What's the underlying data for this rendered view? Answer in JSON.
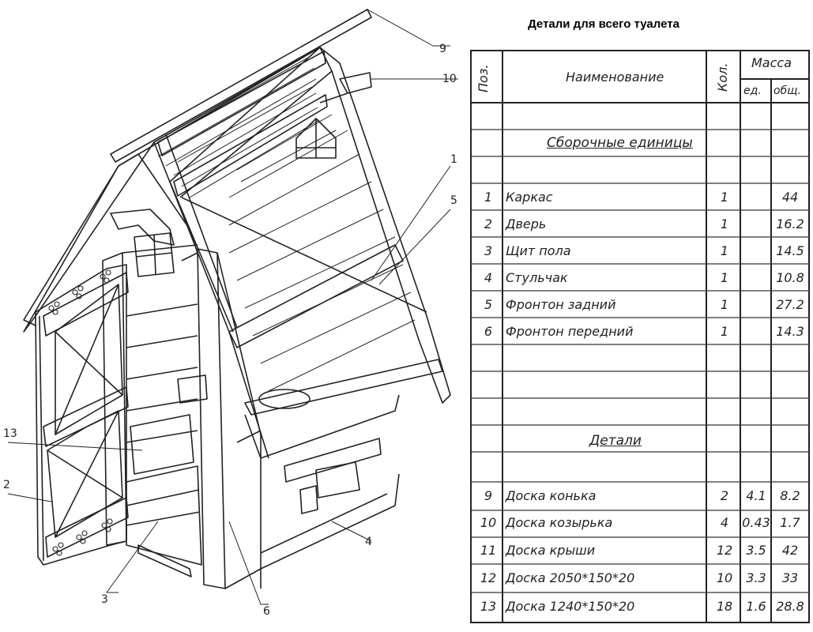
{
  "title": "Детали для всего туалета",
  "drawing_callouts": [
    "9",
    "10",
    "1",
    "5",
    "13",
    "2",
    "3",
    "6",
    "4"
  ],
  "spec_table": {
    "headers": {
      "pos": "Поз.",
      "name": "Наименование",
      "qty": "Кол.",
      "mass": "Масса",
      "mass_unit": "ед.",
      "mass_total": "общ."
    },
    "section_assemblies": "Сборочные единицы",
    "section_parts": "Детали",
    "assemblies": [
      {
        "pos": "1",
        "name": "Каркас",
        "qty": "1",
        "unit": "",
        "total": "44"
      },
      {
        "pos": "2",
        "name": "Дверь",
        "qty": "1",
        "unit": "",
        "total": "16.2"
      },
      {
        "pos": "3",
        "name": "Щит пола",
        "qty": "1",
        "unit": "",
        "total": "14.5"
      },
      {
        "pos": "4",
        "name": "Стульчак",
        "qty": "1",
        "unit": "",
        "total": "10.8"
      },
      {
        "pos": "5",
        "name": "Фронтон задний",
        "qty": "1",
        "unit": "",
        "total": "27.2"
      },
      {
        "pos": "6",
        "name": "Фронтон передний",
        "qty": "1",
        "unit": "",
        "total": "14.3"
      }
    ],
    "parts": [
      {
        "pos": "9",
        "name": "Доска конька",
        "qty": "2",
        "unit": "4.1",
        "total": "8.2"
      },
      {
        "pos": "10",
        "name": "Доска козырька",
        "qty": "4",
        "unit": "0.43",
        "total": "1.7"
      },
      {
        "pos": "11",
        "name": "Доска крыши",
        "qty": "12",
        "unit": "3.5",
        "total": "42"
      },
      {
        "pos": "12",
        "name": "Доска 2050*150*20",
        "qty": "10",
        "unit": "3.3",
        "total": "33"
      },
      {
        "pos": "13",
        "name": "Доска 1240*150*20",
        "qty": "18",
        "unit": "1.6",
        "total": "28.8"
      }
    ]
  }
}
